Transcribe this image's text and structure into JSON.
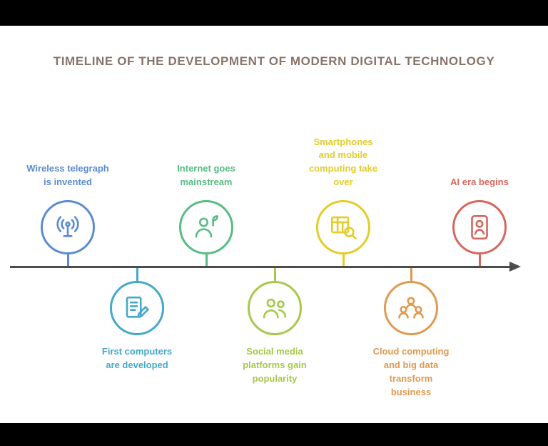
{
  "page": {
    "title": "TIMELINE OF THE DEVELOPMENT OF MODERN DIGITAL TECHNOLOGY",
    "title_color": "#87746a",
    "background_color": "#ffffff",
    "frame_color": "#000000",
    "timeline_color": "#4c4c4c"
  },
  "milestones": [
    {
      "id": "m1",
      "side": "above",
      "color": "#5b8bd0",
      "icon": "broadcast-icon",
      "label": "Wireless telegraph\nis invented"
    },
    {
      "id": "m2",
      "side": "below",
      "color": "#45a9c9",
      "icon": "document-edit-icon",
      "label": "First computers\nare developed"
    },
    {
      "id": "m3",
      "side": "above",
      "color": "#57bd84",
      "icon": "person-growth-icon",
      "label": "Internet goes\nmainstream"
    },
    {
      "id": "m4",
      "side": "below",
      "color": "#a6c94a",
      "icon": "people-icon",
      "label": "Social media\nplatforms gain\npopularity"
    },
    {
      "id": "m5",
      "side": "above",
      "color": "#e2cd2b",
      "icon": "data-search-icon",
      "label": "Smartphones\nand mobile\ncomputing take\nover"
    },
    {
      "id": "m6",
      "side": "below",
      "color": "#e09a50",
      "icon": "team-icon",
      "label": "Cloud computing\nand big data\ntransform\nbusiness"
    },
    {
      "id": "m7",
      "side": "above",
      "color": "#d4685e",
      "icon": "id-badge-icon",
      "label": "AI era begins"
    }
  ]
}
